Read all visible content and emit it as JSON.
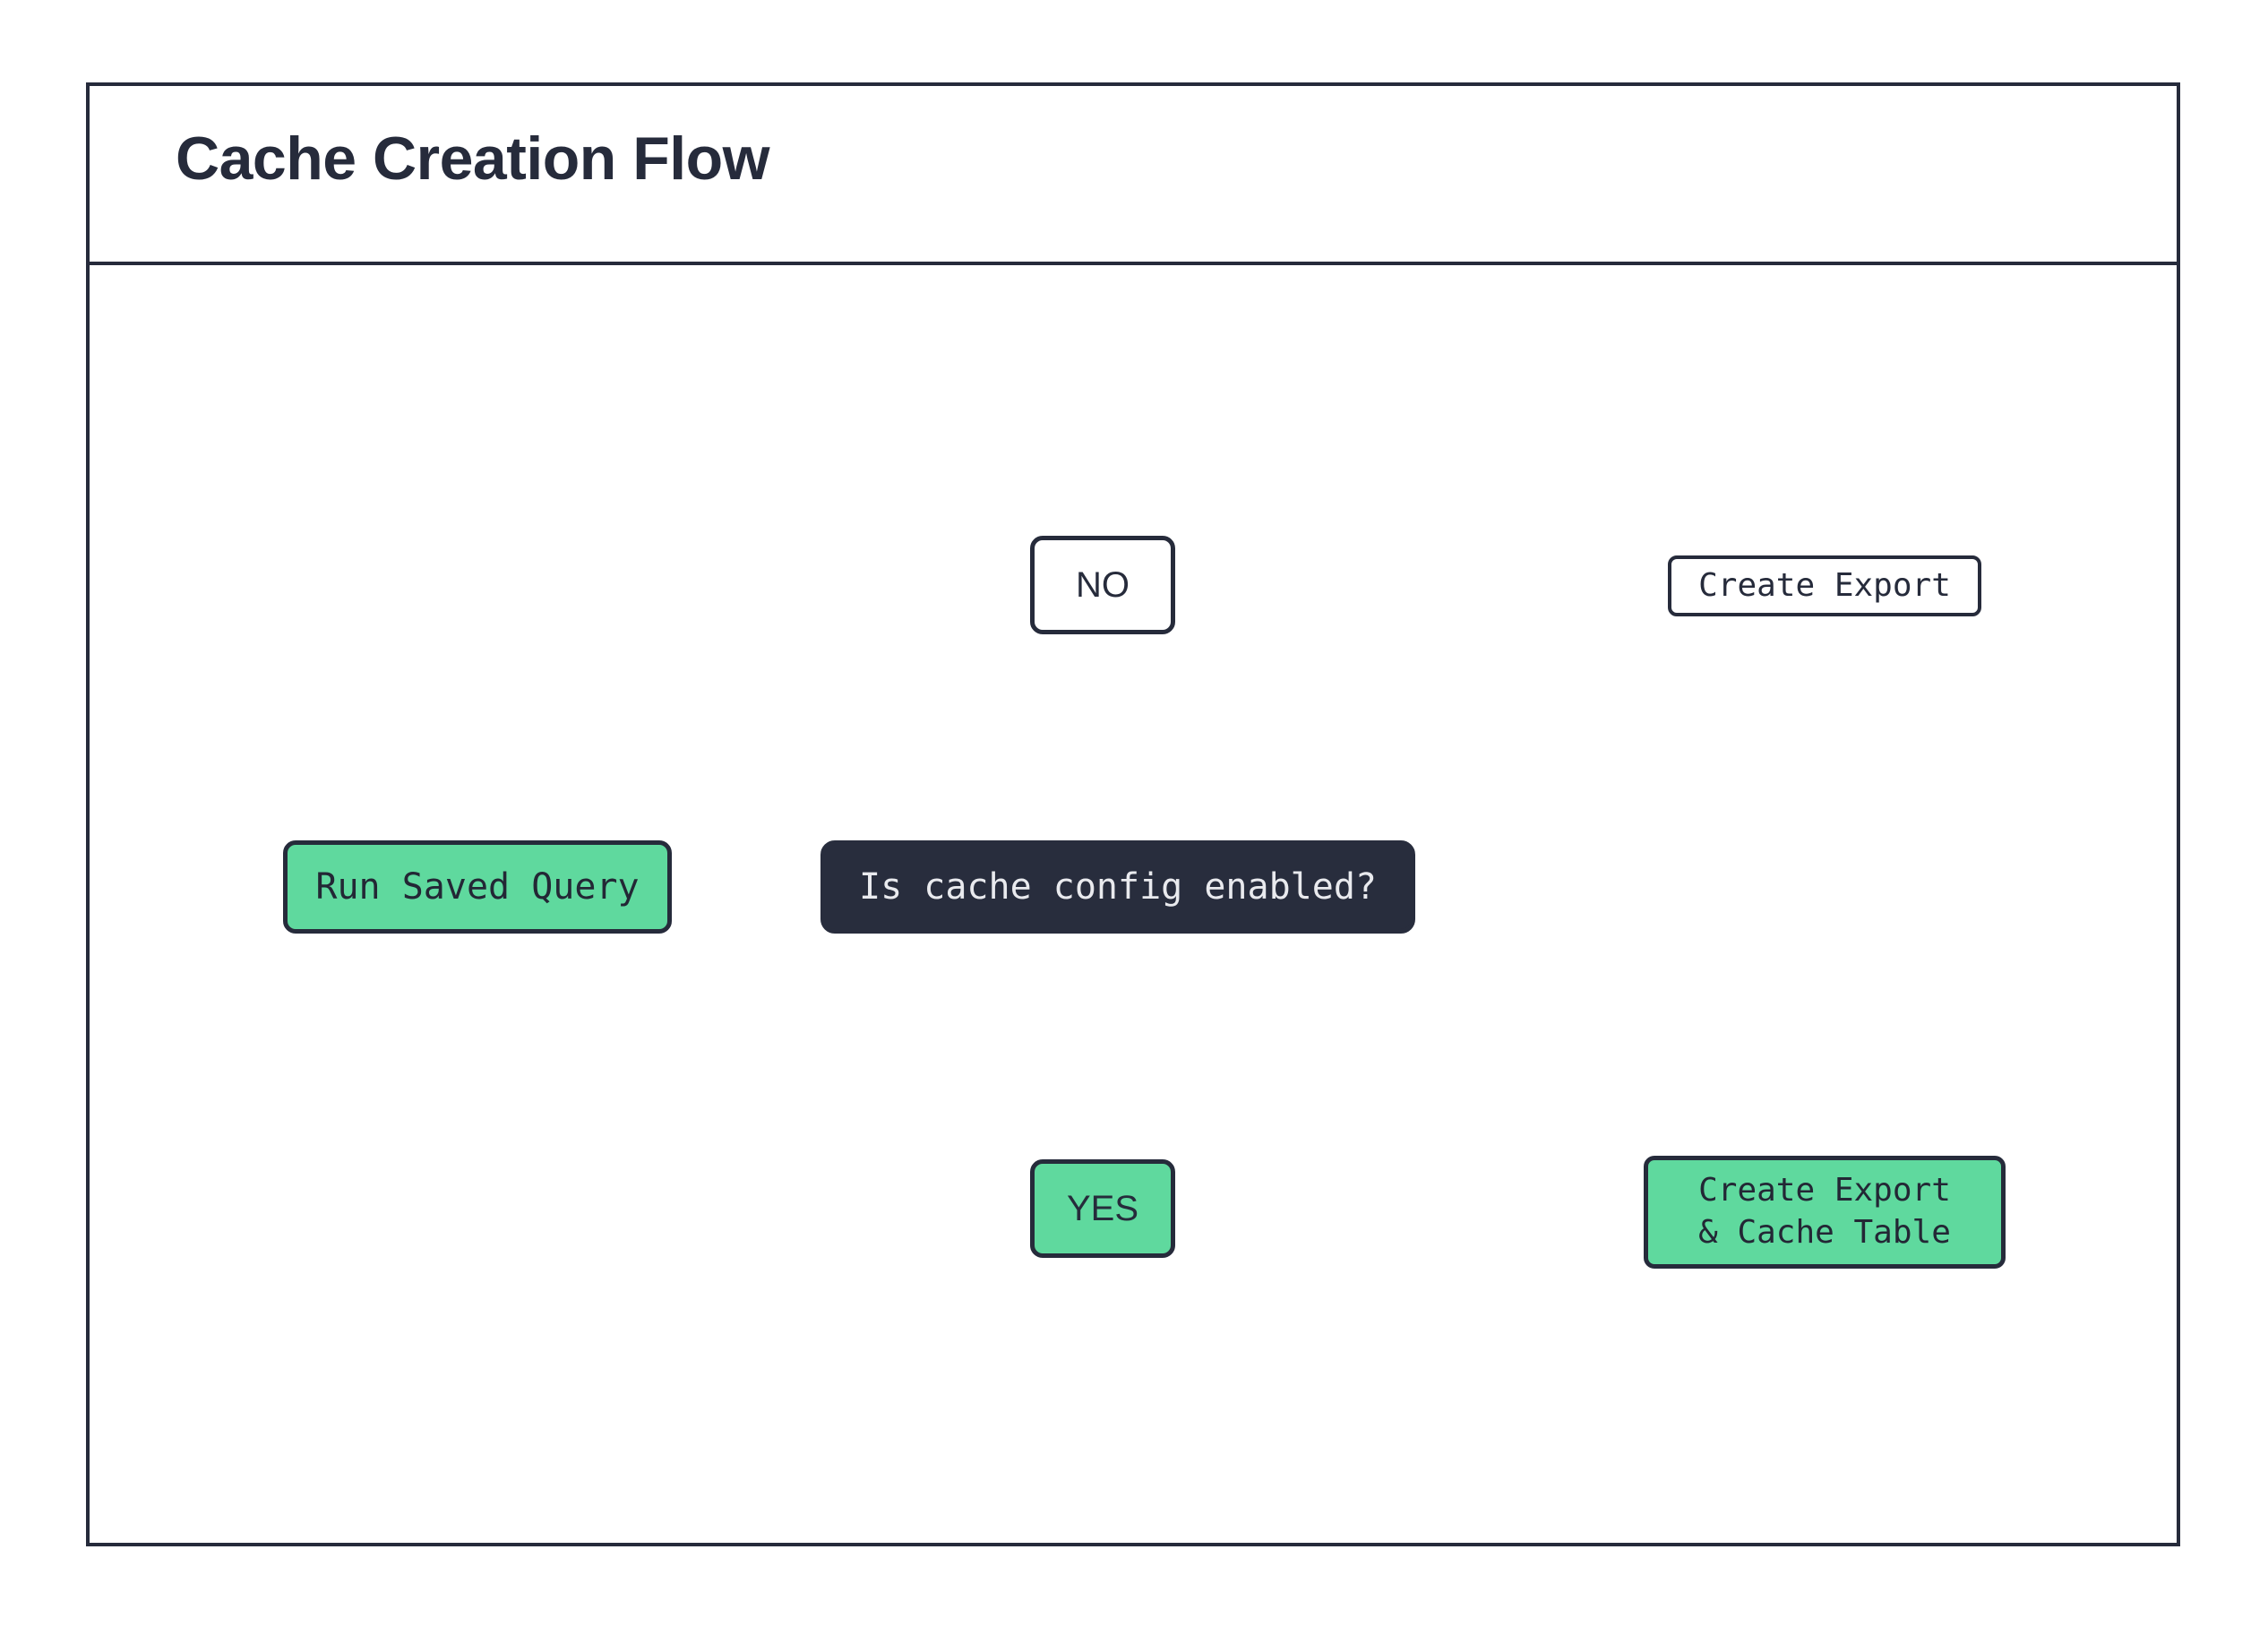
{
  "diagram": {
    "title": "Cache Creation Flow",
    "type": "flowchart",
    "direction": "left-to-right",
    "colors": {
      "accent_green": "#5fd99e",
      "dark_navy": "#262b3b",
      "decision_fill": "#282d3d",
      "decision_text": "#e9eaee",
      "edge": "#000000",
      "background": "#ffffff"
    },
    "nodes": [
      {
        "id": "run-saved-query",
        "label": "Run Saved Query",
        "shape": "rounded-rect",
        "fill": "#5fd99e",
        "text_color": "#232735"
      },
      {
        "id": "decision",
        "label": "Is cache config enabled?",
        "shape": "rounded-rect",
        "fill": "#282d3d",
        "text_color": "#e9eaee"
      },
      {
        "id": "branch-no",
        "label": "NO",
        "shape": "rounded-rect",
        "fill": "#ffffff",
        "text_color": "#262b3b"
      },
      {
        "id": "branch-yes",
        "label": "YES",
        "shape": "rounded-rect",
        "fill": "#5fd99e",
        "text_color": "#262b3b"
      },
      {
        "id": "database-export",
        "label": "Create Export",
        "shape": "cylinder",
        "fill": "#ffffff",
        "text_color": "#262b3b"
      },
      {
        "id": "database-export-cache",
        "label": "Create Export\n& Cache Table",
        "label_line_1": "Create Export",
        "label_line_2": "& Cache Table",
        "shape": "cylinder",
        "fill": "#5fd99e",
        "text_color": "#232735"
      }
    ],
    "edges": [
      {
        "from": "run-saved-query",
        "to": "decision",
        "label": ""
      },
      {
        "from": "decision",
        "to": "branch-no",
        "label": "NO"
      },
      {
        "from": "decision",
        "to": "branch-yes",
        "label": "YES"
      },
      {
        "from": "branch-no",
        "to": "database-export",
        "label": ""
      },
      {
        "from": "branch-yes",
        "to": "database-export-cache",
        "label": ""
      }
    ]
  }
}
